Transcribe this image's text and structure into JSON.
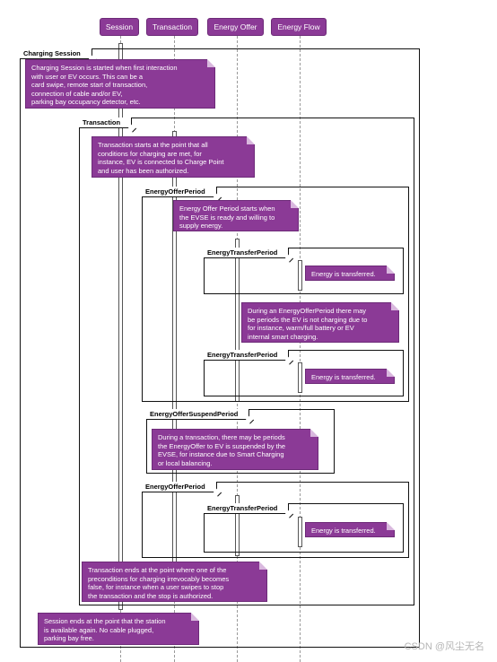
{
  "lifelines": {
    "session": "Session",
    "transaction": "Transaction",
    "energy_offer": "Energy Offer",
    "energy_flow": "Energy Flow"
  },
  "frames": {
    "charging_session": "Charging Session",
    "transaction": "Transaction",
    "energy_offer_period_1": "EnergyOfferPeriod",
    "energy_transfer_period_1": "EnergyTransferPeriod",
    "energy_transfer_period_2": "EnergyTransferPeriod",
    "energy_offer_suspend_period": "EnergyOfferSuspendPeriod",
    "energy_offer_period_2": "EnergyOfferPeriod",
    "energy_transfer_period_3": "EnergyTransferPeriod"
  },
  "notes": {
    "session_start": "Charging Session is started when first interaction\nwith user or EV occurs. This can be a\ncard swipe, remote start of transaction,\nconnection of cable and/or EV,\nparking bay occupancy detector, etc.",
    "transaction_start": "Transaction starts at the point that all\nconditions for charging are met, for\ninstance, EV is connected to Charge Point\nand user has been authorized.",
    "offer_start": "Energy Offer Period starts when\nthe EVSE is ready and willing to\nsupply energy.",
    "transfer_1": "Energy is transferred.",
    "not_charging": "During an EnergyOfferPeriod there may\nbe periods the EV is not charging due to\nfor instance, warm/full battery or EV\ninternal smart charging.",
    "transfer_2": "Energy is transferred.",
    "suspend": "During a transaction, there may be periods\nthe EnergyOffer to EV is suspended by the\nEVSE, for instance due to Smart Charging\nor local balancing.",
    "transfer_3": "Energy is transferred.",
    "transaction_end": "Transaction ends at the point where one of the\npreconditions for charging irrevocably becomes\nfalse, for instance when a user swipes to stop\nthe transaction and the stop is authorized.",
    "session_end": "Session ends at the point that the station\nis available again. No cable plugged,\nparking bay free."
  },
  "watermark": "CSDN @风尘无名",
  "colors": {
    "note_fill": "#8b3a96",
    "frame_stroke": "#111111"
  }
}
